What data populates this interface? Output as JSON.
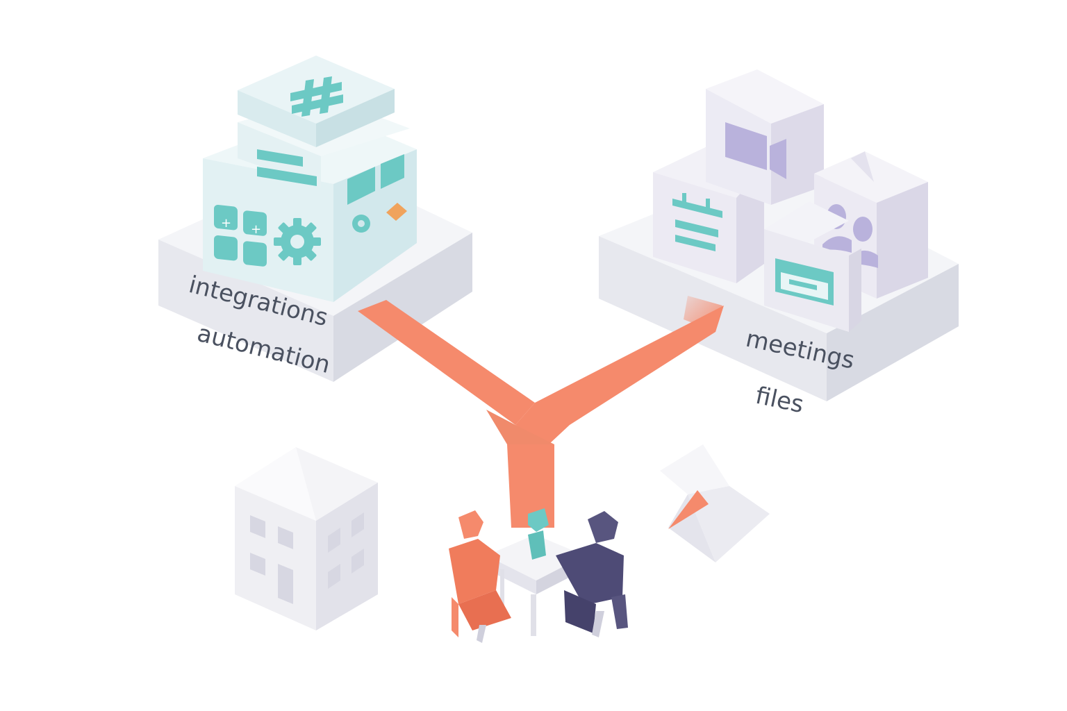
{
  "labels": {
    "left_line1": "integrations",
    "left_line2": "automation",
    "right_line1": "meetings",
    "right_line2": "files"
  },
  "colors": {
    "teal": "#6cc9c4",
    "coral": "#f58a6c",
    "lavender": "#b9b2dc",
    "navy": "#58557f",
    "paper": "#f3f3f6",
    "ink": "#4a5160"
  },
  "icons": {
    "left_stack": [
      "hash-icon",
      "text-lines-icon",
      "keypad-icon",
      "gear-icon",
      "chat-bubble-icon",
      "sticky-note-icon"
    ],
    "right_stack": [
      "video-camera-icon",
      "calendar-icon",
      "users-icon",
      "folder-icon"
    ]
  }
}
